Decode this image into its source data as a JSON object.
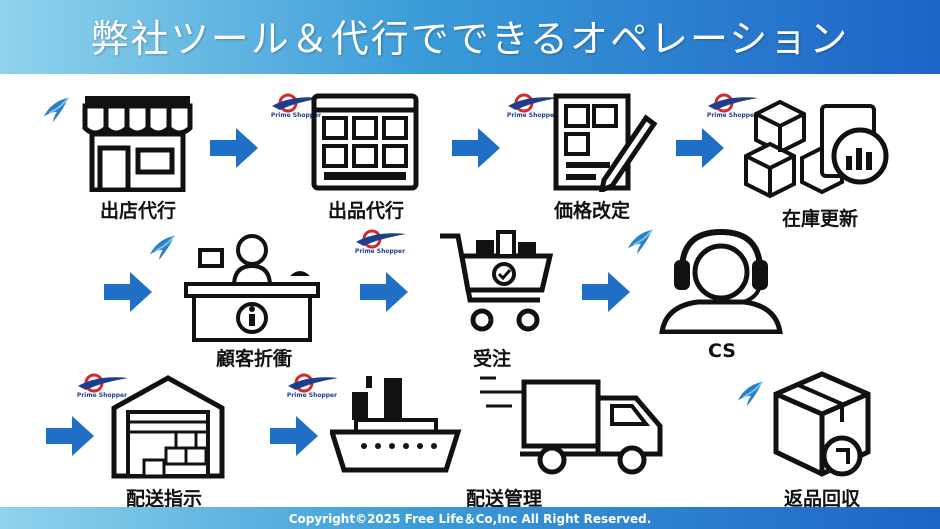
{
  "title": "弊社ツール＆代行でできるオペレーション",
  "footer": "Copyright©2025 Free Life＆Co,Inc All Right Reserved.",
  "brand_logo_text": "Prime Shopper",
  "colors": {
    "header_start": "#8fd3ec",
    "header_end": "#1c64c6",
    "arrow": "#1f6fc6",
    "icon": "#111111"
  },
  "steps": [
    {
      "label": "出店代行",
      "icon": "storefront-icon",
      "badge": "wing-logo"
    },
    {
      "label": "出品代行",
      "icon": "product-grid-icon",
      "badge": "prime-shopper-logo"
    },
    {
      "label": "価格改定",
      "icon": "price-edit-icon",
      "badge": "prime-shopper-logo"
    },
    {
      "label": "在庫更新",
      "icon": "inventory-icon",
      "badge": "prime-shopper-logo"
    },
    {
      "label": "顧客折衝",
      "icon": "reception-desk-icon",
      "badge": "wing-logo"
    },
    {
      "label": "受注",
      "icon": "shopping-cart-icon",
      "badge": "prime-shopper-logo"
    },
    {
      "label": "CS",
      "icon": "support-headset-icon",
      "badge": "wing-logo"
    },
    {
      "label": "配送指示",
      "icon": "warehouse-icon",
      "badge": "prime-shopper-logo"
    },
    {
      "label": "配送管理",
      "icon": "ship-truck-icon",
      "badge": "prime-shopper-logo"
    },
    {
      "label": "返品回収",
      "icon": "return-box-icon",
      "badge": "wing-logo"
    }
  ]
}
